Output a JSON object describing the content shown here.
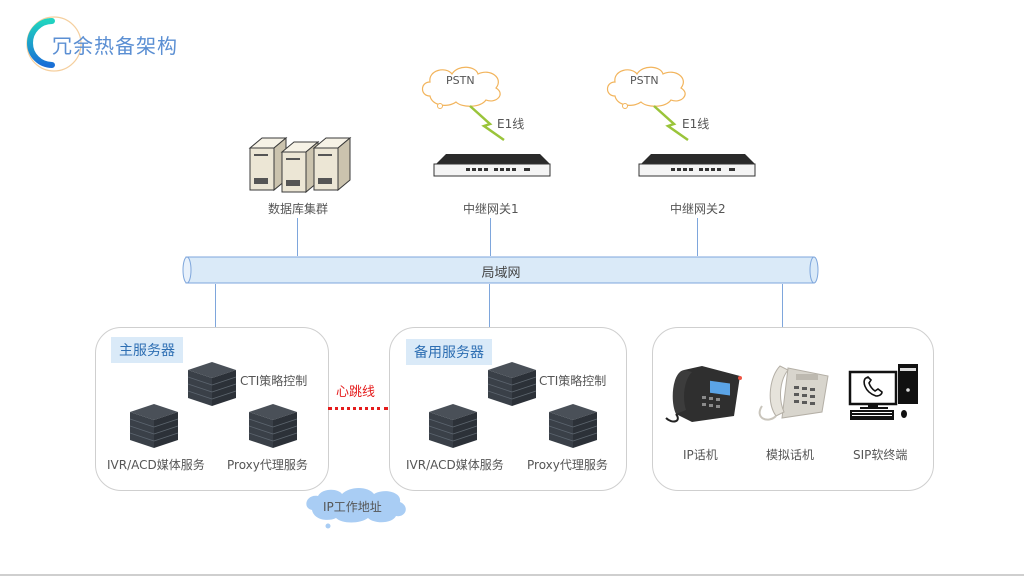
{
  "title": "冗余热备架构",
  "pstn": [
    {
      "cloud_label": "PSTN",
      "link_label": "E1线",
      "gateway_label": "中继网关1"
    },
    {
      "cloud_label": "PSTN",
      "link_label": "E1线",
      "gateway_label": "中继网关2"
    }
  ],
  "database": {
    "label": "数据库集群"
  },
  "lan": {
    "label": "局域网"
  },
  "primary": {
    "tag": "主服务器",
    "cti": "CTI策略控制",
    "ivr": "IVR/ACD媒体服务",
    "proxy": "Proxy代理服务"
  },
  "backup": {
    "tag": "备用服务器",
    "cti": "CTI策略控制",
    "ivr": "IVR/ACD媒体服务",
    "proxy": "Proxy代理服务"
  },
  "heartbeat": {
    "label": "心跳线",
    "color": "#e51c1c"
  },
  "ip_cloud": {
    "label": "IP工作地址"
  },
  "terminals": {
    "ip_phone": "IP话机",
    "analog_phone": "模拟话机",
    "sip_soft": "SIP软终端"
  },
  "colors": {
    "accent": "#5b8fd3",
    "bus_fill": "#daeaf8",
    "bus_stroke": "#7ea6dc",
    "tag_fill": "#daeaf8"
  }
}
